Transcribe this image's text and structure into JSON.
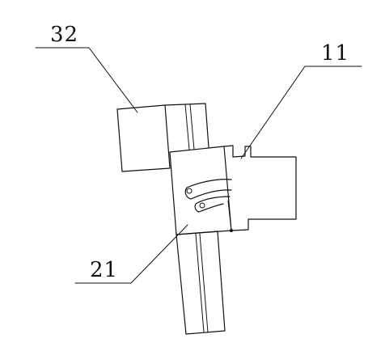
{
  "labels": [
    {
      "id": "32",
      "text": "32"
    },
    {
      "id": "11",
      "text": "11"
    },
    {
      "id": "21",
      "text": "21"
    }
  ],
  "colors": {
    "line": "#111111",
    "background": "#ffffff"
  }
}
